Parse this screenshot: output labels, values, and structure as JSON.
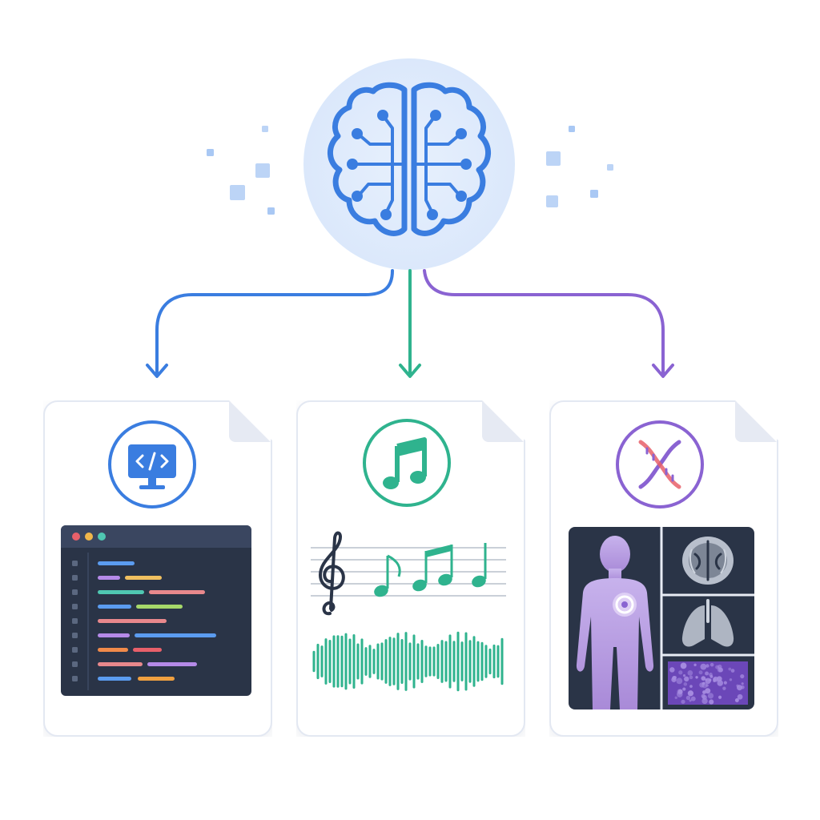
{
  "diagram": {
    "hub": {
      "icon": "brain-circuit-icon"
    },
    "colors": {
      "code": "#3a7de0",
      "music": "#2fb38e",
      "bio": "#8a63d2",
      "brain_bg": "#e3eefc",
      "editor_bg": "#2a3447"
    },
    "cards": [
      {
        "id": "code",
        "icon": "code-monitor-icon",
        "content": "code-editor-window"
      },
      {
        "id": "music",
        "icon": "music-note-icon",
        "content": "staff-and-waveform"
      },
      {
        "id": "bio",
        "icon": "dna-helix-icon",
        "content": "medical-imaging-panel"
      }
    ]
  }
}
